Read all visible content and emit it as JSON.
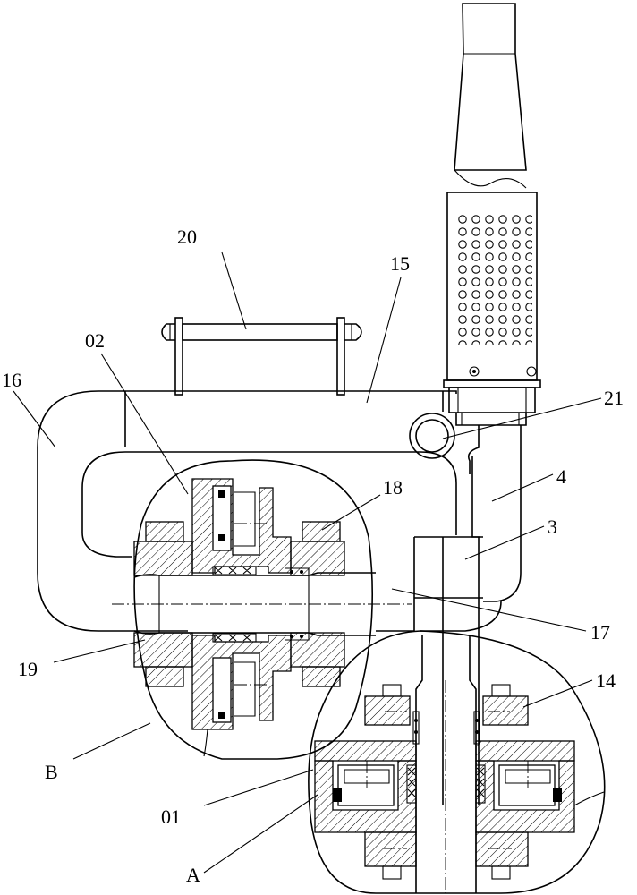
{
  "labels": {
    "l20": "20",
    "l15": "15",
    "l02": "02",
    "l16": "16",
    "l21": "21",
    "l18": "18",
    "l4": "4",
    "l3": "3",
    "l17": "17",
    "l14": "14",
    "l19": "19",
    "lB": "B",
    "l01": "01",
    "lA": "A"
  }
}
